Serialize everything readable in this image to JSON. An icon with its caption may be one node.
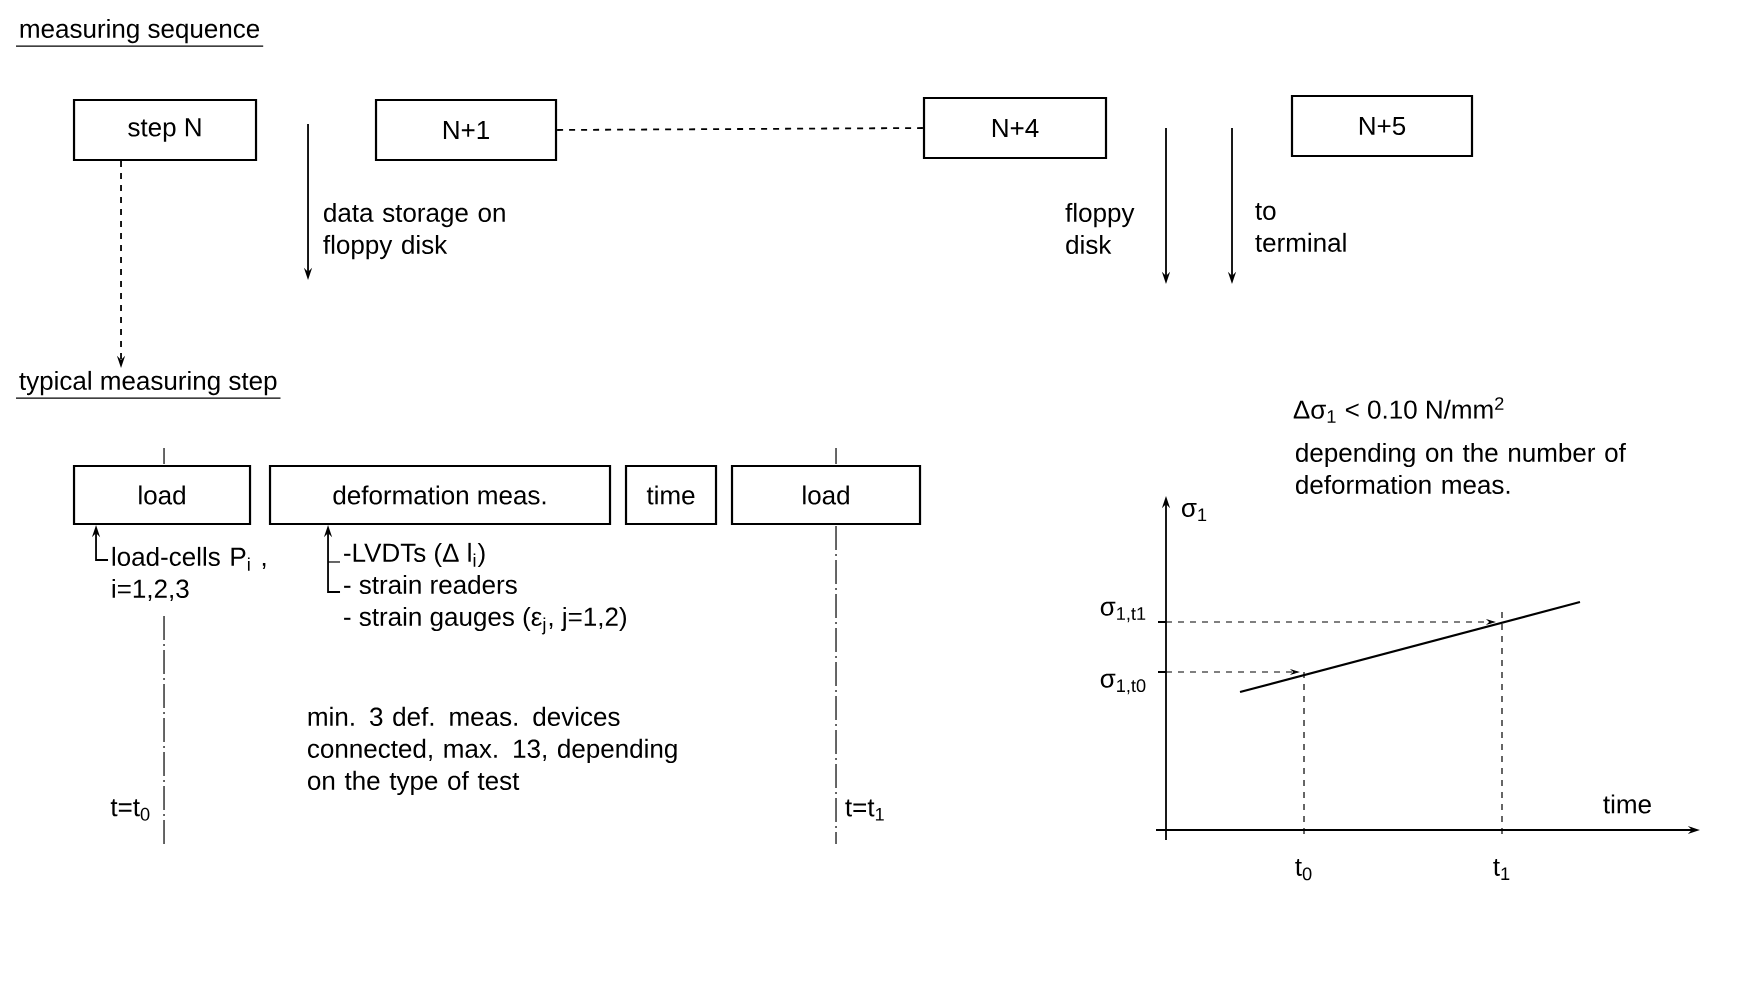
{
  "diagram": {
    "title": "measuring sequence",
    "nodes": [
      {
        "text": [
          "step N"
        ]
      },
      {
        "text": [
          "N+1"
        ]
      },
      {
        "text": [
          "N+4"
        ]
      },
      {
        "text": [
          "N+5"
        ]
      },
      {
        "text": [
          "typical measuring step"
        ]
      },
      {
        "text": [
          "load"
        ]
      },
      {
        "text": [
          "deformation meas."
        ]
      },
      {
        "text": [
          "time"
        ]
      },
      {
        "text": [
          "load"
        ]
      },
      {
        "text": [
          "load-cells P$_{i}$ , i=1,2,3"
        ]
      },
      {
        "text": [
          "-LVDTs (Δ l$_{i}$)",
          "- strain readers",
          "- strain gauges (ε$_{j}$, j=1,2)"
        ]
      }
    ],
    "edges": [
      {
        "from": 0,
        "to": 4,
        "arrow": "to",
        "style": "dashed"
      },
      {
        "from": 1,
        "to": 2,
        "arrow": "none",
        "style": "dashed"
      },
      {
        "from": 9,
        "to": 5,
        "arrow": "to"
      },
      {
        "from": 10,
        "to": 6,
        "arrow": "to"
      }
    ],
    "labels": [
      "data storage on floppy disk",
      "floppy disk",
      "to terminal",
      "t=t$_{0}$",
      "t=t$_{1}$",
      "min. 3 def. meas. devices connected, max. 13, depending on the type of test",
      "Δσ$_{1}$ < 0.10 N/mm$^{2}$",
      "depending on the number of deformation meas.",
      "σ$_{1}$",
      "σ$_{1,t1}$",
      "σ$_{1,t0}$",
      "time",
      "t$_{0}$",
      "t$_{1}$"
    ]
  }
}
